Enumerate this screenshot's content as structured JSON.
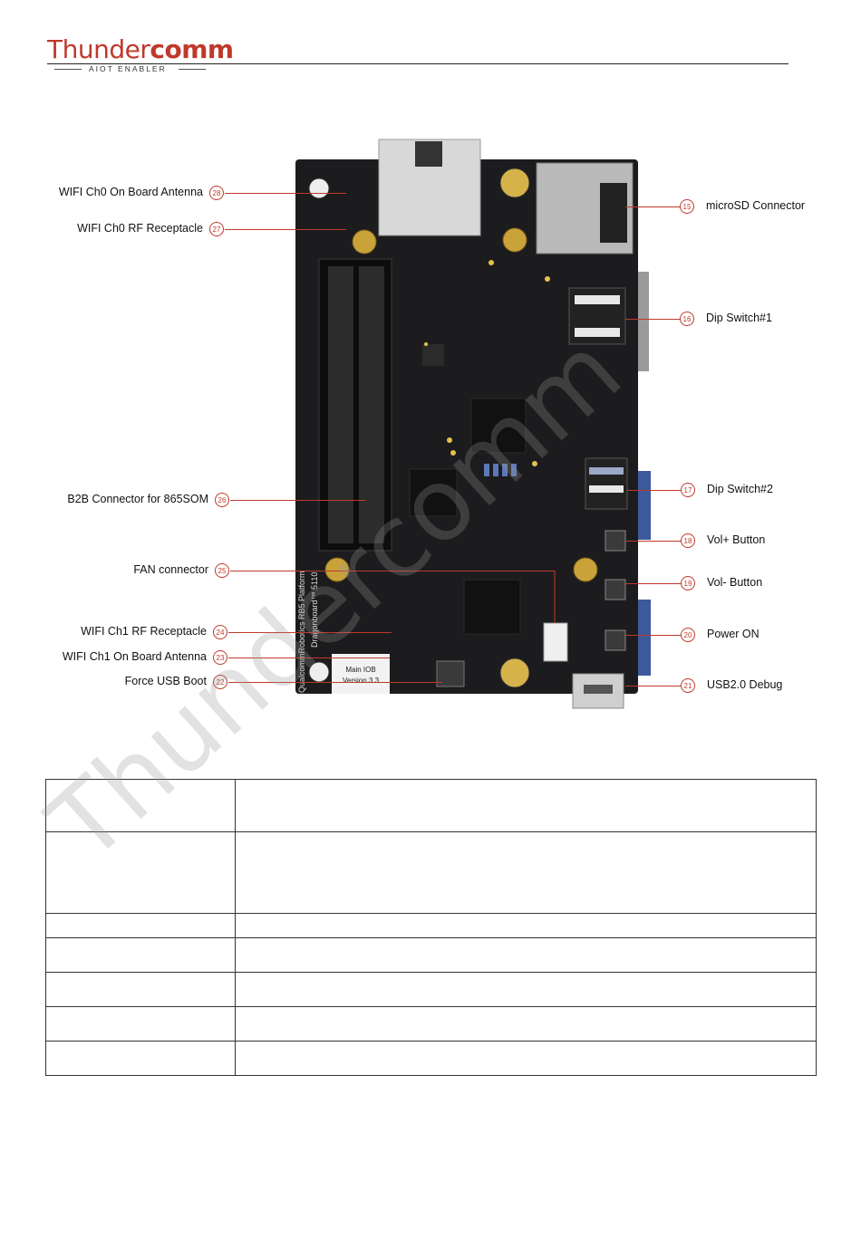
{
  "header": {
    "logo_thin": "Thunder",
    "logo_bold": "comm",
    "tagline": "AIOT ENABLER"
  },
  "board": {
    "silk_platform": "QualcommRobotics RB5 Platform",
    "silk_board": "Dragonboard™ 5110",
    "label_sticker_line1": "Main IOB",
    "label_sticker_line2": "Version 3.3"
  },
  "callouts_left": [
    {
      "num": "28",
      "label": "WIFI Ch0 On Board Antenna"
    },
    {
      "num": "27",
      "label": "WIFI Ch0 RF Receptacle"
    },
    {
      "num": "26",
      "label": "B2B Connector for 865SOM"
    },
    {
      "num": "25",
      "label": "FAN connector"
    },
    {
      "num": "24",
      "label": "WIFI Ch1 RF Receptacle"
    },
    {
      "num": "23",
      "label": "WIFI Ch1 On Board Antenna"
    },
    {
      "num": "22",
      "label": "Force USB Boot"
    }
  ],
  "callouts_right": [
    {
      "num": "15",
      "label": "microSD Connector"
    },
    {
      "num": "16",
      "label": "Dip Switch#1"
    },
    {
      "num": "17",
      "label": "Dip Switch#2"
    },
    {
      "num": "18",
      "label": "Vol+ Button"
    },
    {
      "num": "19",
      "label": "Vol- Button"
    },
    {
      "num": "20",
      "label": "Power ON"
    },
    {
      "num": "21",
      "label": "USB2.0 Debug"
    }
  ],
  "watermark": "Thundercomm",
  "colors": {
    "brand": "#c0392b",
    "pcb": "#1c1c1e",
    "leader": "#c0392b"
  }
}
